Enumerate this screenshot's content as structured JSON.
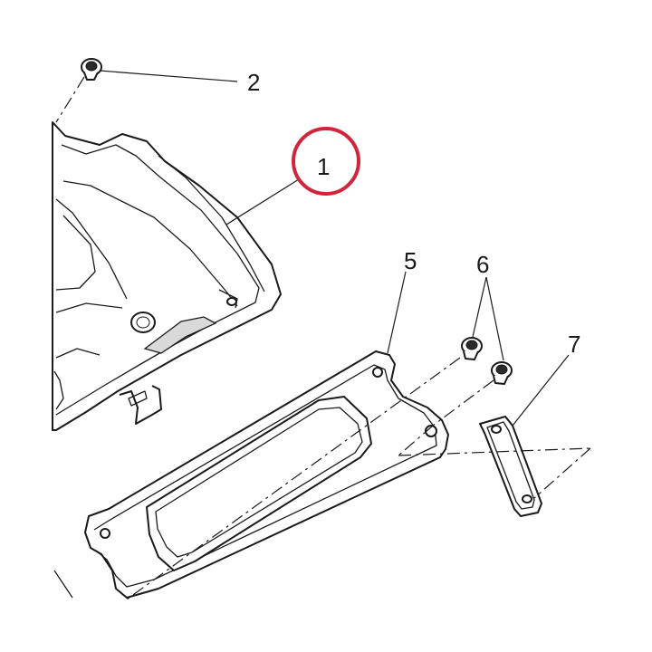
{
  "callouts": {
    "c1": "1",
    "c2": "2",
    "c5": "5",
    "c6": "6",
    "c7": "7"
  },
  "highlighted_callout": "1",
  "colors": {
    "highlight": "#d0263b",
    "line": "#1a1a1a",
    "shade": "#d9d9d9"
  },
  "icons": {
    "screw_2": "screw-icon",
    "screws_6": "screw-icon"
  }
}
